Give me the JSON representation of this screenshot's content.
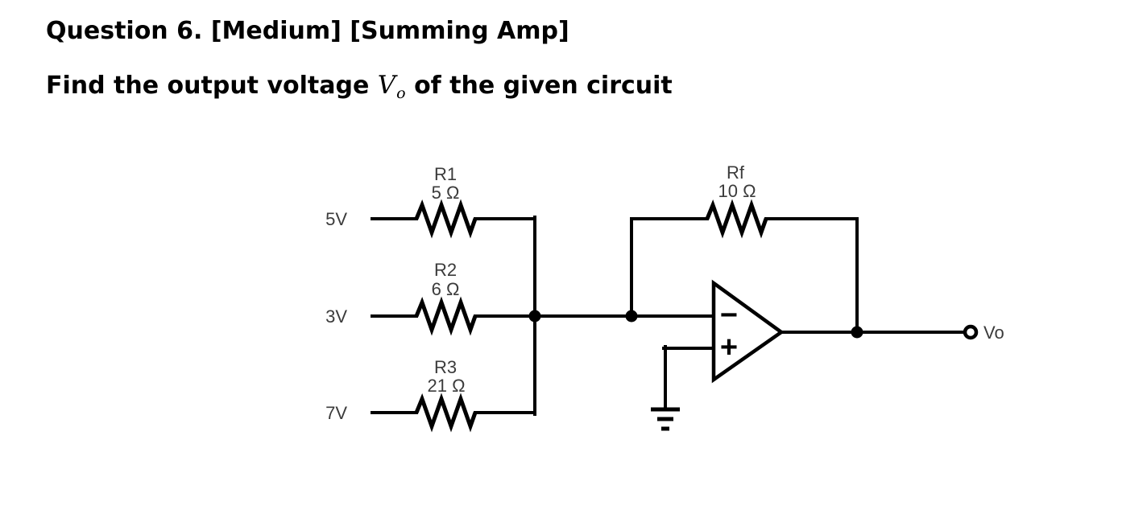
{
  "question": {
    "title": "Question 6. [Medium] [Summing Amp]",
    "prompt_prefix": "Find the output voltage ",
    "math_var": "V",
    "math_subscript": "o",
    "prompt_suffix": " of the given circuit"
  },
  "circuit": {
    "inputs": [
      {
        "source_label": "5V",
        "resistor_name": "R1",
        "resistor_value": "5 Ω"
      },
      {
        "source_label": "3V",
        "resistor_name": "R2",
        "resistor_value": "6 Ω"
      },
      {
        "source_label": "7V",
        "resistor_name": "R3",
        "resistor_value": "21 Ω"
      }
    ],
    "feedback": {
      "resistor_name": "Rf",
      "resistor_value": "10 Ω"
    },
    "opamp": {
      "inverting_sign": "−",
      "noninverting_sign": "+"
    },
    "output_label": "Vo",
    "wire_color": "#000000",
    "label_color": "#3b3b3b",
    "background": "#ffffff"
  }
}
